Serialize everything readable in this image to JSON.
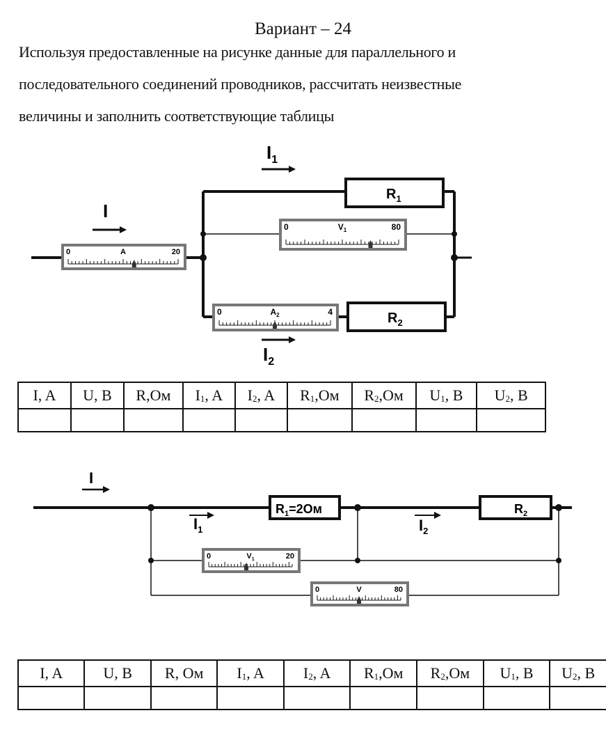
{
  "title": "Вариант – 24",
  "task_lines": [
    "Используя предоставленные на рисунке данные для параллельного и",
    "последовательного  соединений проводников, рассчитать неизвестные",
    "величины и заполнить соответствующие таблицы"
  ],
  "circuit1": {
    "current_labels": {
      "i": "I",
      "i1": "I1",
      "i2": "I2"
    },
    "ammeter": {
      "min": "0",
      "symbol": "A",
      "max": "20",
      "reading_fraction": 0.6
    },
    "voltmeter_v1": {
      "min": "0",
      "symbol": "V1",
      "max": "80",
      "reading_fraction": 0.75
    },
    "ammeter_a2": {
      "min": "0",
      "symbol": "A2",
      "max": "4",
      "reading_fraction": 0.5
    },
    "resistor_r1": "R1",
    "resistor_r2": "R2"
  },
  "table1": {
    "headers": [
      "I, A",
      "U, B",
      "R,Ом",
      "I1, A",
      "I2, A",
      "R1,Ом",
      "R2,Ом",
      "U1, B",
      "U2, B"
    ]
  },
  "circuit2": {
    "current_labels": {
      "i": "I",
      "i1": "I1",
      "i2": "I2"
    },
    "resistor_r1": "R1=2Ом",
    "resistor_r2": "R2",
    "voltmeter_v1": {
      "min": "0",
      "symbol": "V1",
      "max": "20",
      "reading_fraction": 0.45
    },
    "voltmeter_v": {
      "min": "0",
      "symbol": "V",
      "max": "80",
      "reading_fraction": 0.5
    }
  },
  "table2": {
    "headers": [
      "I, A",
      "U, B",
      "R, Ом",
      "I1, A",
      "I2, A",
      "R1,Ом",
      "R2,Ом",
      "U1, B",
      "U2, B"
    ]
  }
}
